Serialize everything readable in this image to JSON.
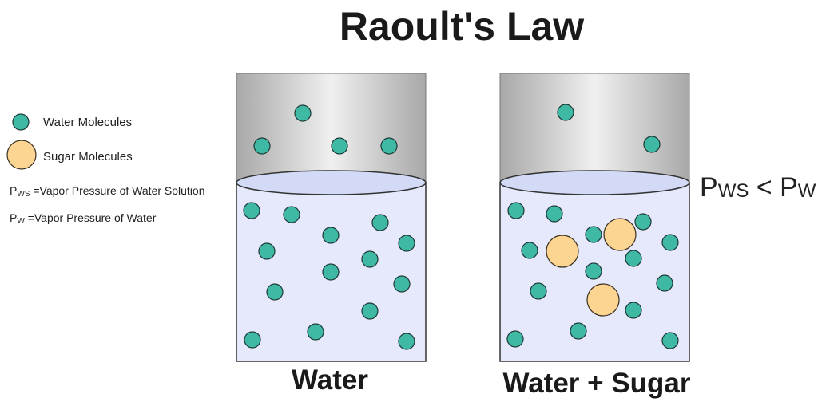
{
  "title": "Raoult's Law",
  "legend": {
    "water": "Water Molecules",
    "sugar": "Sugar Molecules",
    "pws": {
      "symbol": "P",
      "subscript": "WS",
      "text": " =Vapor Pressure of Water Solution"
    },
    "pw": {
      "symbol": "P",
      "subscript": "W",
      "text": " =Vapor Pressure of Water"
    }
  },
  "relation": {
    "p1": "P",
    "s1": "WS",
    "op": " < ",
    "p2": "P",
    "s2": "W"
  },
  "containers": [
    {
      "caption": "Water"
    },
    {
      "caption": "Water + Sugar"
    }
  ],
  "colors": {
    "water_molecule": "#3fb8a4",
    "sugar_molecule": "#fcd592",
    "liquid": "#e6e9fb",
    "liquid_surface": "#d3daf6",
    "vapor_dark": "#a8a8a8",
    "vapor_light": "#f0f0f0"
  }
}
